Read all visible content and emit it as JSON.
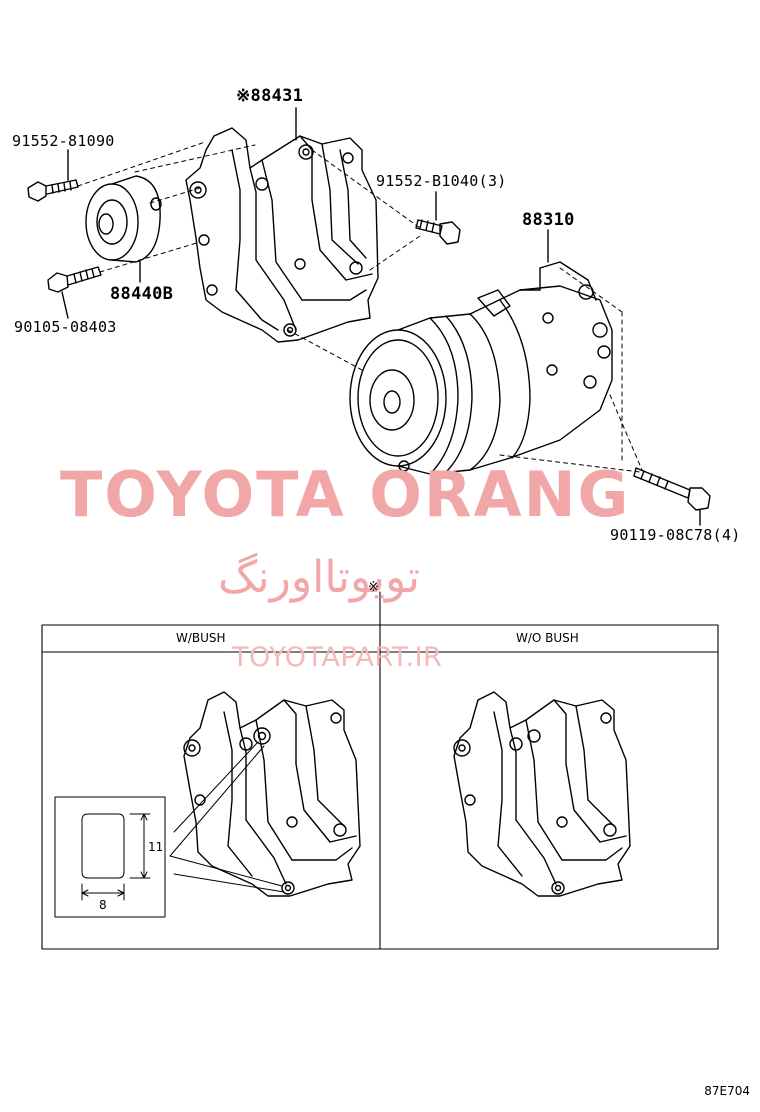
{
  "parts": {
    "bracket": "※88431",
    "bolt_top": "91552-81090",
    "idler_pulley": "88440B",
    "bolt_bottom": "90105-08403",
    "bolt_right": "91552-B1040(3)",
    "compressor": "88310",
    "compressor_bolt": "90119-08C78(4)"
  },
  "watermark": {
    "english": "TOYOTA ORANG",
    "persian": "تویوتااورنگ",
    "url": "TOYOTAPART.IR"
  },
  "variant_table": {
    "marker": "※",
    "with_bush": "W/BUSH",
    "without_bush": "W/O BUSH",
    "bush_height": "11",
    "bush_width": "8"
  },
  "illustration_code": "87E704"
}
